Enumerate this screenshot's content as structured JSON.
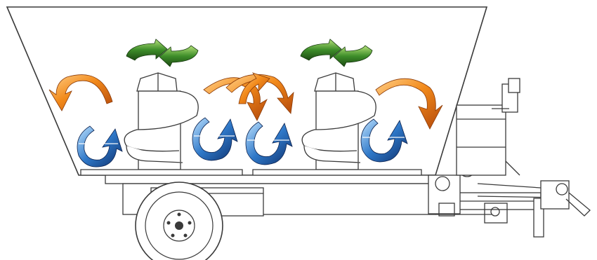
{
  "diagram": {
    "subject": "vertical-twin-auger-feed-mixer-wagon",
    "augers": [
      {
        "id": "front-auger",
        "rotation": "counter-clockwise"
      },
      {
        "id": "rear-auger",
        "rotation": "counter-clockwise"
      }
    ],
    "flow_arrows": {
      "rotation_color": "#3e8e2a",
      "upward_flow_color": "#2f78c8",
      "downward_flow_color": "#f28a1b"
    },
    "icons": [
      "green-rotation-arrow-icon",
      "blue-upward-flow-arrow-icon",
      "orange-downward-flow-arrow-icon"
    ]
  }
}
